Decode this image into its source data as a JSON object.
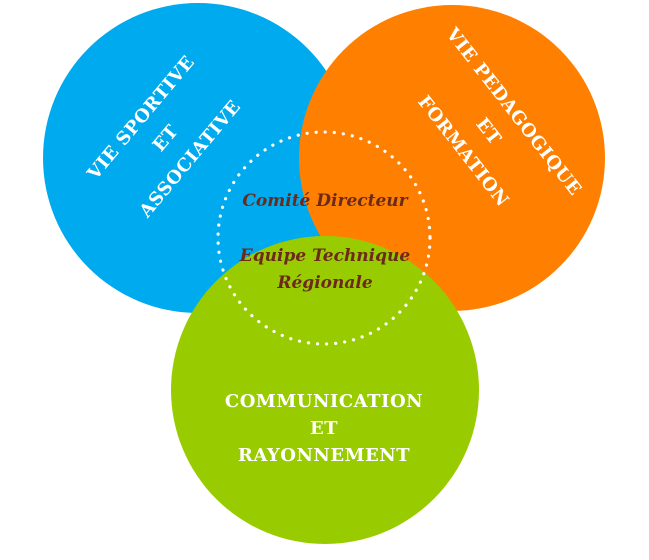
{
  "circles": {
    "sport": {
      "color": "#00aaee",
      "lines": [
        "VIE SPORTIVE",
        "ET",
        "ASSOCIATIVE"
      ]
    },
    "pedagogy": {
      "color": "#ff8000",
      "lines": [
        "VIE PEDAGOGIQUE",
        "ET",
        "FORMATION"
      ]
    },
    "communication": {
      "color": "#99cc00",
      "lines": [
        "COMMUNICATION",
        "ET",
        "RAYONNEMENT"
      ]
    }
  },
  "center": {
    "ring_color": "#ffffff",
    "text_color": "#6b2a1a",
    "committee": "Comité Directeur",
    "team_line1": "Equipe Technique",
    "team_line2": "Régionale"
  }
}
